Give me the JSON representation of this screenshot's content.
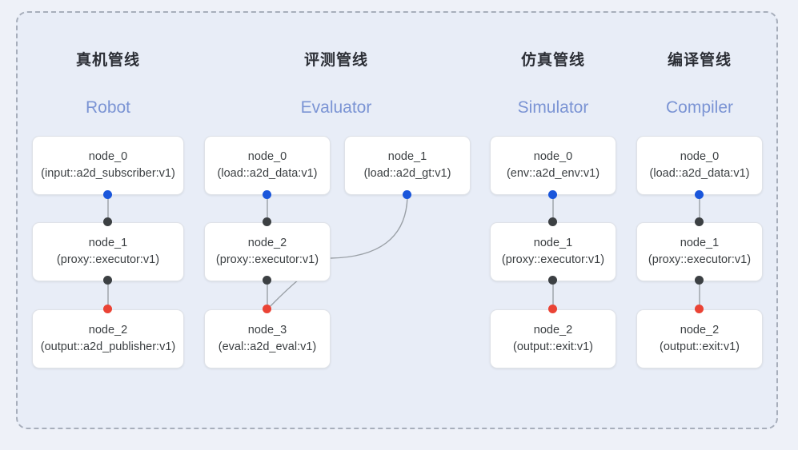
{
  "diagram": {
    "background_color": "#eef1f8",
    "container_color": "#e8edf7",
    "border_color": "#a7aebb",
    "accent_colors": {
      "port_blue": "#1a56db",
      "port_dark": "#3c4043",
      "port_red": "#ea4335",
      "title_en": "#7b94d4",
      "title_cn": "#2c2f36"
    }
  },
  "columns": [
    {
      "title_cn": "真机管线",
      "title_en": "Robot",
      "nodes": [
        {
          "name": "node_0",
          "spec": "(input::a2d_subscriber:v1)"
        },
        {
          "name": "node_1",
          "spec": "(proxy::executor:v1)"
        },
        {
          "name": "node_2",
          "spec": "(output::a2d_publisher:v1)"
        }
      ]
    },
    {
      "title_cn": "评测管线",
      "title_en": "Evaluator",
      "nodes": [
        {
          "name": "node_0",
          "spec": "(load::a2d_data:v1)"
        },
        {
          "name": "node_1",
          "spec": "(load::a2d_gt:v1)"
        },
        {
          "name": "node_2",
          "spec": "(proxy::executor:v1)"
        },
        {
          "name": "node_3",
          "spec": "(eval::a2d_eval:v1)"
        }
      ]
    },
    {
      "title_cn": "仿真管线",
      "title_en": "Simulator",
      "nodes": [
        {
          "name": "node_0",
          "spec": "(env::a2d_env:v1)"
        },
        {
          "name": "node_1",
          "spec": "(proxy::executor:v1)"
        },
        {
          "name": "node_2",
          "spec": "(output::exit:v1)"
        }
      ]
    },
    {
      "title_cn": "编译管线",
      "title_en": "Compiler",
      "nodes": [
        {
          "name": "node_0",
          "spec": "(load::a2d_data:v1)"
        },
        {
          "name": "node_1",
          "spec": "(proxy::executor:v1)"
        },
        {
          "name": "node_2",
          "spec": "(output::exit:v1)"
        }
      ]
    }
  ]
}
